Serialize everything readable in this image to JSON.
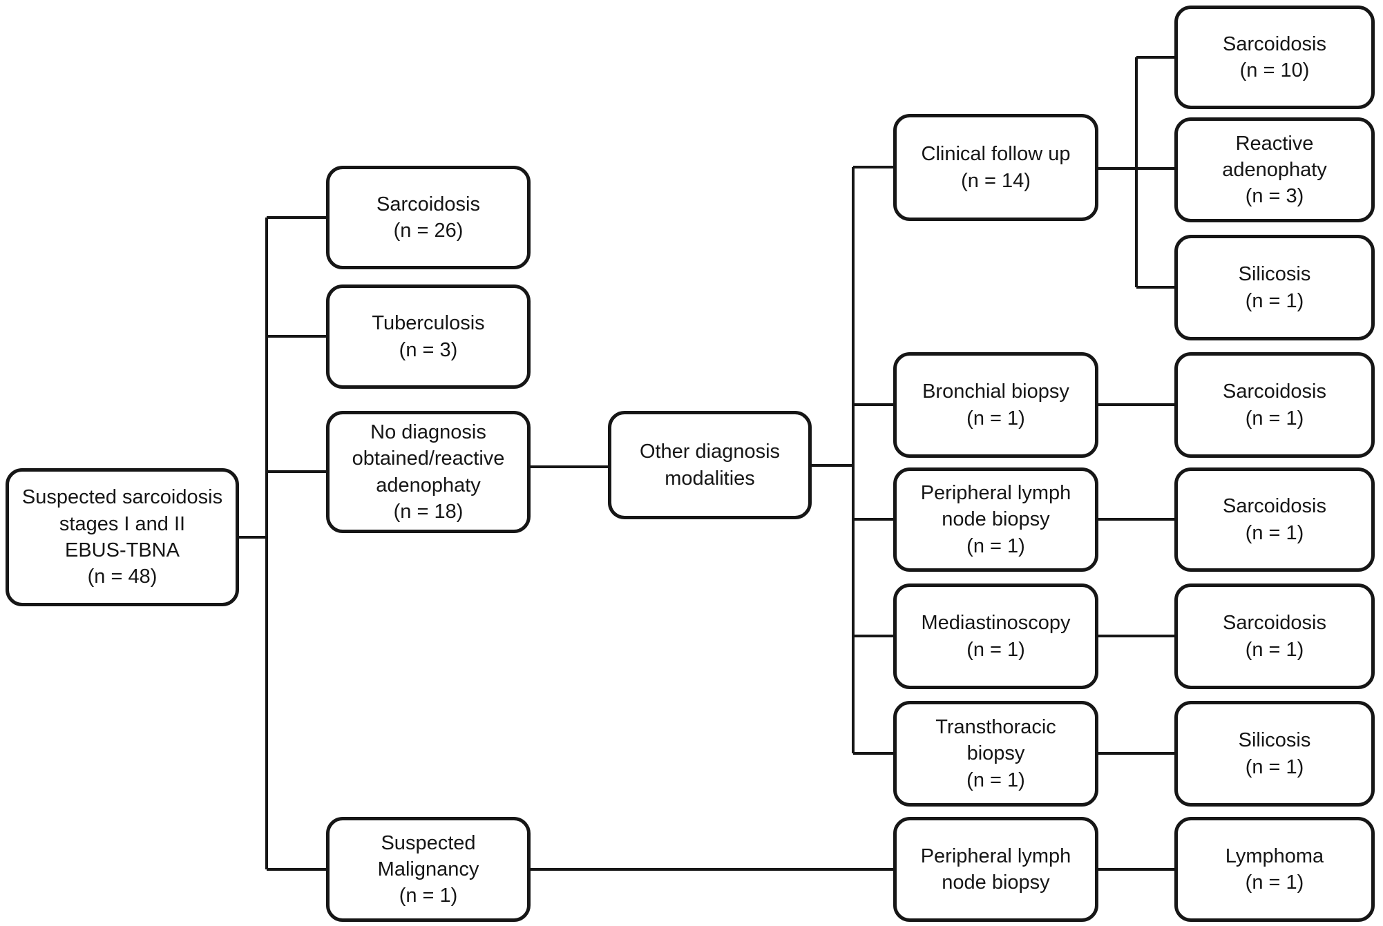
{
  "colors": {
    "background": "#ffffff",
    "box_border": "#161616",
    "connector": "#161616",
    "text": "#161616"
  },
  "nodes": {
    "root": {
      "label": "Suspected sarcoidosis\nstages I and II\nEBUS-TBNA\n(n = 48)"
    },
    "sarcoidosis_26": {
      "label": "Sarcoidosis\n(n = 26)"
    },
    "tuberculosis_3": {
      "label": "Tuberculosis\n(n = 3)"
    },
    "no_diagnosis_18": {
      "label": "No diagnosis\nobtained/reactive\nadenophaty\n(n = 18)"
    },
    "suspected_malignancy_1": {
      "label": "Suspected\nMalignancy\n(n = 1)"
    },
    "other_diagnosis_modalities": {
      "label": "Other diagnosis\nmodalities"
    },
    "clinical_follow_up_14": {
      "label": "Clinical follow up\n(n = 14)"
    },
    "bronchial_biopsy_1": {
      "label": "Bronchial biopsy\n(n = 1)"
    },
    "peripheral_lymph_node_biopsy_1": {
      "label": "Peripheral lymph\nnode biopsy\n(n = 1)"
    },
    "mediastinoscopy_1": {
      "label": "Mediastinoscopy\n(n = 1)"
    },
    "transthoracic_biopsy_1": {
      "label": "Transthoracic\nbiopsy\n(n = 1)"
    },
    "peripheral_lymph_node_biopsy_malignancy": {
      "label": "Peripheral lymph\nnode biopsy"
    },
    "sarcoidosis_10": {
      "label": "Sarcoidosis\n(n = 10)"
    },
    "reactive_adenophaty_3": {
      "label": "Reactive\nadenophaty\n(n = 3)"
    },
    "silicosis_1_followup": {
      "label": "Silicosis\n(n = 1)"
    },
    "sarcoidosis_1_bronchial": {
      "label": "Sarcoidosis\n(n = 1)"
    },
    "sarcoidosis_1_lymph": {
      "label": "Sarcoidosis\n(n = 1)"
    },
    "sarcoidosis_1_mediastinoscopy": {
      "label": "Sarcoidosis\n(n = 1)"
    },
    "silicosis_1_transthoracic": {
      "label": "Silicosis\n(n = 1)"
    },
    "lymphoma_1": {
      "label": "Lymphoma\n(n = 1)"
    }
  },
  "edges": [
    {
      "from": "root",
      "to": "sarcoidosis_26"
    },
    {
      "from": "root",
      "to": "tuberculosis_3"
    },
    {
      "from": "root",
      "to": "no_diagnosis_18"
    },
    {
      "from": "root",
      "to": "suspected_malignancy_1"
    },
    {
      "from": "no_diagnosis_18",
      "to": "other_diagnosis_modalities"
    },
    {
      "from": "other_diagnosis_modalities",
      "to": "clinical_follow_up_14"
    },
    {
      "from": "other_diagnosis_modalities",
      "to": "bronchial_biopsy_1"
    },
    {
      "from": "other_diagnosis_modalities",
      "to": "peripheral_lymph_node_biopsy_1"
    },
    {
      "from": "other_diagnosis_modalities",
      "to": "mediastinoscopy_1"
    },
    {
      "from": "other_diagnosis_modalities",
      "to": "transthoracic_biopsy_1"
    },
    {
      "from": "clinical_follow_up_14",
      "to": "sarcoidosis_10"
    },
    {
      "from": "clinical_follow_up_14",
      "to": "reactive_adenophaty_3"
    },
    {
      "from": "clinical_follow_up_14",
      "to": "silicosis_1_followup"
    },
    {
      "from": "bronchial_biopsy_1",
      "to": "sarcoidosis_1_bronchial"
    },
    {
      "from": "peripheral_lymph_node_biopsy_1",
      "to": "sarcoidosis_1_lymph"
    },
    {
      "from": "mediastinoscopy_1",
      "to": "sarcoidosis_1_mediastinoscopy"
    },
    {
      "from": "transthoracic_biopsy_1",
      "to": "silicosis_1_transthoracic"
    },
    {
      "from": "suspected_malignancy_1",
      "to": "peripheral_lymph_node_biopsy_malignancy"
    },
    {
      "from": "peripheral_lymph_node_biopsy_malignancy",
      "to": "lymphoma_1"
    }
  ]
}
